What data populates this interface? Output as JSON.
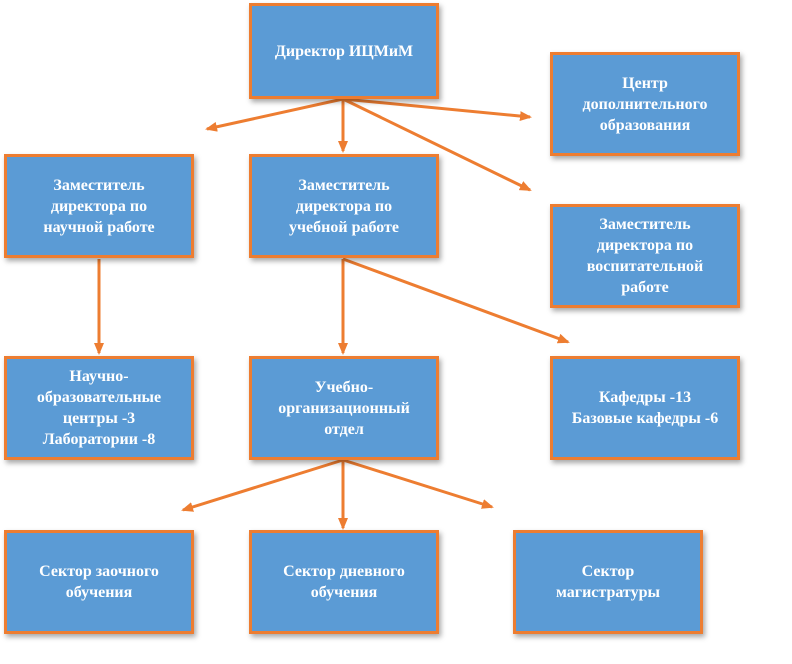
{
  "colors": {
    "box_fill": "#5b9bd5",
    "box_border": "#ed7d31",
    "arrow": "#ed7d31",
    "text": "#ffffff",
    "background": "#ffffff"
  },
  "nodes": {
    "director": "Директор ИЦМиМ",
    "center_additional": "Центр\nдополнительного\nобразования",
    "deputy_science": "Заместитель\nдиректора по\nнаучной работе",
    "deputy_study": "Заместитель\nдиректора по\nучебной работе",
    "deputy_upbringing": "Заместитель\nдиректора по\nвоспитательной\nработе",
    "research_centers": "Научно-\nобразовательные\nцентры -3\nЛаборатории -8",
    "org_department": "Учебно-\nорганизационный\nотдел",
    "departments": "Кафедры -13\nБазовые кафедры -6",
    "sector_correspondence": "Сектор заочного\nобучения",
    "sector_day": "Сектор дневного\nобучения",
    "sector_master": "Сектор\nмагистратуры"
  },
  "edges": [
    {
      "from": "director",
      "to": "deputy_science"
    },
    {
      "from": "director",
      "to": "deputy_study"
    },
    {
      "from": "director",
      "to": "center_additional"
    },
    {
      "from": "director",
      "to": "deputy_upbringing"
    },
    {
      "from": "deputy_science",
      "to": "research_centers"
    },
    {
      "from": "deputy_study",
      "to": "org_department"
    },
    {
      "from": "deputy_study",
      "to": "departments"
    },
    {
      "from": "org_department",
      "to": "sector_correspondence"
    },
    {
      "from": "org_department",
      "to": "sector_day"
    },
    {
      "from": "org_department",
      "to": "sector_master"
    }
  ]
}
